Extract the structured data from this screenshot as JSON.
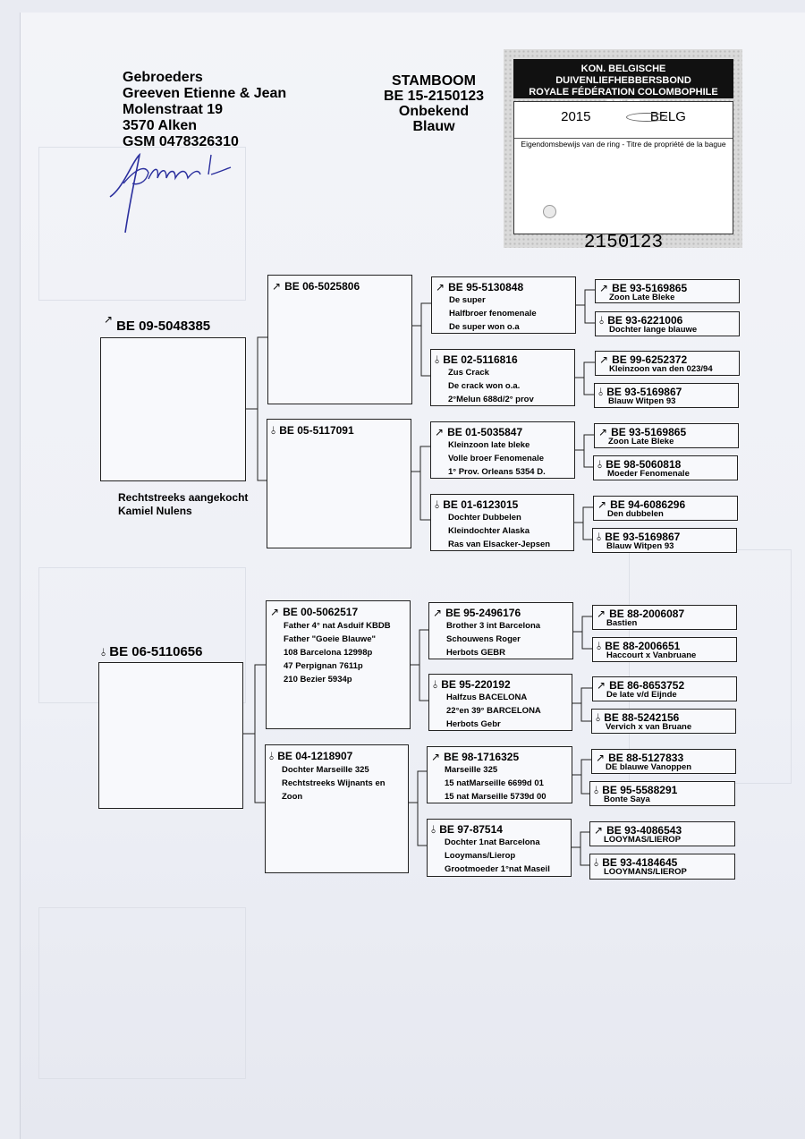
{
  "owner": {
    "lines": [
      "Gebroeders",
      "Greeven Etienne & Jean",
      "Molenstraat 19",
      "3570 Alken",
      "GSM 0478326310"
    ]
  },
  "header": {
    "title": "STAMBOOM",
    "ring": "BE 15-2150123",
    "name": "Onbekend",
    "color": "Blauw"
  },
  "ring_card": {
    "line1": "KON. BELGISCHE DUIVENLIEFHEBBERSBOND",
    "line2": "ROYALE FÉDÉRATION COLOMBOPHILE BELGE",
    "year": "2015",
    "country": "BELG",
    "ownership": "Eigendomsbewijs van de ring - Titre de propriété de la bague",
    "number": "2150123"
  },
  "symbols": {
    "male": "↗",
    "female": "⫰"
  },
  "parents": [
    {
      "sex": "male",
      "ring": "BE 09-5048385",
      "note": [
        "Rechtstreeks aangekocht",
        "Kamiel Nulens"
      ]
    },
    {
      "sex": "female",
      "ring": "BE 06-5110656",
      "note": []
    }
  ],
  "grandparents": [
    {
      "sex": "male",
      "ring": "BE 06-5025806",
      "notes": []
    },
    {
      "sex": "female",
      "ring": "BE 05-5117091",
      "notes": []
    },
    {
      "sex": "male",
      "ring": "BE 00-5062517",
      "notes": [
        "Father 4° nat Asduif KBDB",
        "Father \"Goeie Blauwe\"",
        "108 Barcelona 12998p",
        "47 Perpignan 7611p",
        "210 Bezier 5934p"
      ]
    },
    {
      "sex": "female",
      "ring": "BE 04-1218907",
      "notes": [
        "Dochter Marseille 325",
        "Rechtstreeks Wijnants en",
        "Zoon"
      ]
    }
  ],
  "great_grandparents": [
    {
      "sex": "male",
      "ring": "BE 95-5130848",
      "notes": [
        "De super",
        "Halfbroer fenomenale",
        "De super won o.a"
      ]
    },
    {
      "sex": "female",
      "ring": "BE 02-5116816",
      "notes": [
        "Zus Crack",
        "De crack won o.a.",
        "2°Melun 688d/2° prov"
      ]
    },
    {
      "sex": "male",
      "ring": "BE 01-5035847",
      "notes": [
        "Kleinzoon late bleke",
        "Volle broer Fenomenale",
        "1° Prov. Orleans 5354 D."
      ]
    },
    {
      "sex": "female",
      "ring": "BE 01-6123015",
      "notes": [
        "Dochter Dubbelen",
        "Kleindochter Alaska",
        "Ras van Elsacker-Jepsen"
      ]
    },
    {
      "sex": "male",
      "ring": "BE 95-2496176",
      "notes": [
        "Brother 3 int Barcelona",
        "Schouwens Roger",
        "Herbots GEBR"
      ]
    },
    {
      "sex": "female",
      "ring": "BE 95-220192",
      "notes": [
        "Halfzus BACELONA",
        "22°en 39° BARCELONA",
        "Herbots Gebr"
      ]
    },
    {
      "sex": "male",
      "ring": "BE 98-1716325",
      "notes": [
        "Marseille 325",
        "15 natMarseille 6699d 01",
        "15 nat Marseille 5739d 00"
      ]
    },
    {
      "sex": "female",
      "ring": "BE 97-87514",
      "notes": [
        "Dochter 1nat Barcelona",
        "Looymans/Lierop",
        "Grootmoeder 1°nat Maseil"
      ]
    }
  ],
  "gen4": [
    {
      "sex": "male",
      "ring": "BE 93-5169865",
      "note": "Zoon Late Bleke"
    },
    {
      "sex": "female",
      "ring": "BE 93-6221006",
      "note": "Dochter lange blauwe"
    },
    {
      "sex": "male",
      "ring": "BE 99-6252372",
      "note": "Kleinzoon van den 023/94"
    },
    {
      "sex": "female",
      "ring": "BE 93-5169867",
      "note": "Blauw Witpen 93"
    },
    {
      "sex": "male",
      "ring": "BE 93-5169865",
      "note": "Zoon Late Bleke"
    },
    {
      "sex": "female",
      "ring": "BE 98-5060818",
      "note": "Moeder Fenomenale"
    },
    {
      "sex": "male",
      "ring": "BE 94-6086296",
      "note": "Den dubbelen"
    },
    {
      "sex": "female",
      "ring": "BE 93-5169867",
      "note": "Blauw Witpen 93"
    },
    {
      "sex": "male",
      "ring": "BE 88-2006087",
      "note": "Bastien"
    },
    {
      "sex": "female",
      "ring": "BE 88-2006651",
      "note": "Haccourt x Vanbruane"
    },
    {
      "sex": "male",
      "ring": "BE 86-8653752",
      "note": "De late  v/d Eijnde"
    },
    {
      "sex": "female",
      "ring": "BE 88-5242156",
      "note": "Vervich x van Bruane"
    },
    {
      "sex": "male",
      "ring": "BE 88-5127833",
      "note": "DE blauwe Vanoppen"
    },
    {
      "sex": "female",
      "ring": "BE 95-5588291",
      "note": "Bonte Saya"
    },
    {
      "sex": "male",
      "ring": "BE 93-4086543",
      "note": "LOOYMAS/LIEROP"
    },
    {
      "sex": "female",
      "ring": "BE 93-4184645",
      "note": "LOOYMANS/LIEROP"
    }
  ]
}
